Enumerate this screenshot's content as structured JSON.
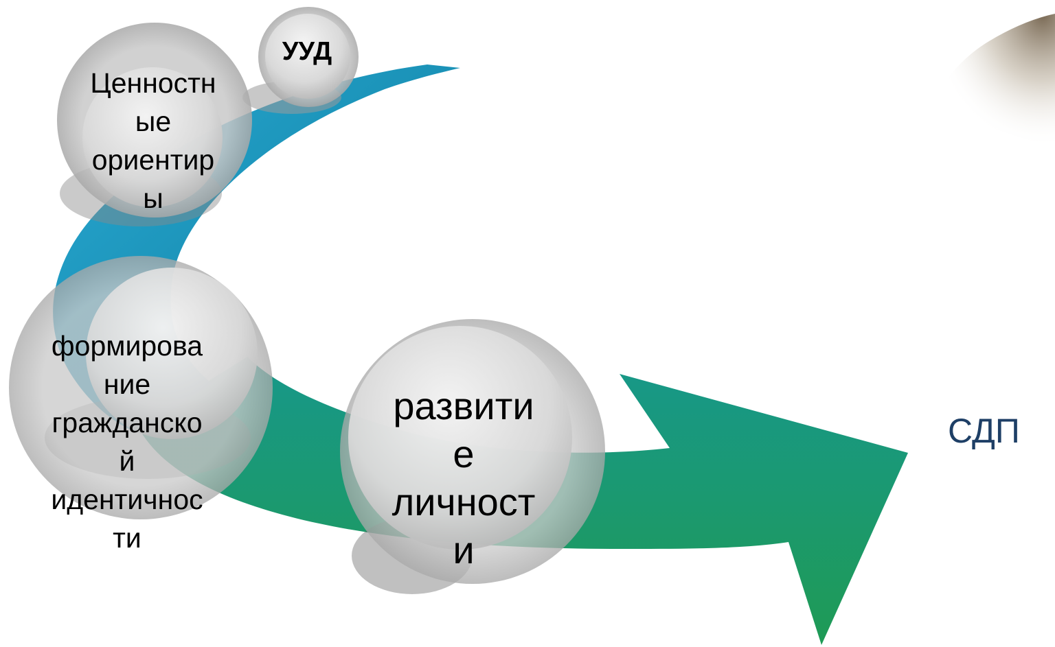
{
  "diagram": {
    "nodes": [
      {
        "id": "uud",
        "label": "УУД"
      },
      {
        "id": "values",
        "label": "Ценностн\nые\nориентир\nы"
      },
      {
        "id": "civic",
        "label": "формирова\nние\nгражданско\nй\nидентичнос\nти"
      },
      {
        "id": "personal",
        "label": "развити\nе\nличност\nи"
      }
    ],
    "target": {
      "label": "СДП"
    }
  },
  "colors": {
    "arrow_blue": "#1b9bc4",
    "arrow_green": "#179a86",
    "target_text": "#1e3f66",
    "bubble": "#d6d6d6"
  }
}
